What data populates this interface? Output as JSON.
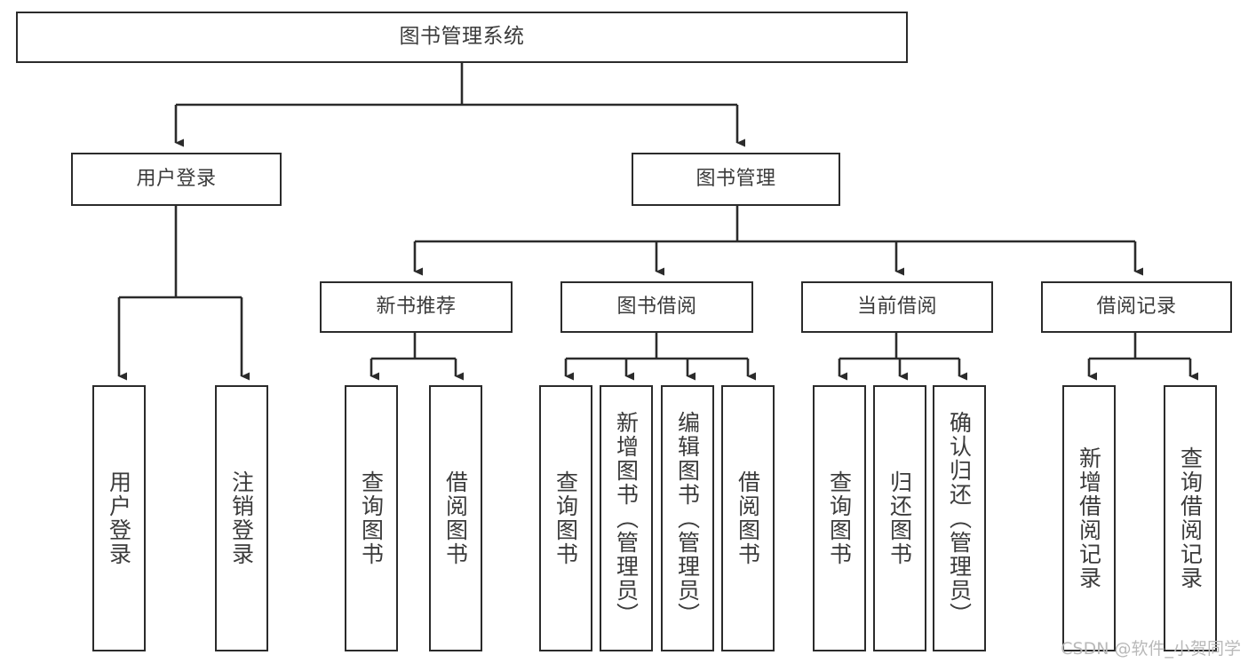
{
  "diagram": {
    "type": "tree-hierarchy-chart",
    "title": "图书管理系统",
    "orientation": "top-down",
    "line_color": "#2b2b2b",
    "box_fill": "#ffffff",
    "text_color": "#3b3b3b",
    "levels": 4,
    "root": {
      "label": "图书管理系统",
      "id": "root"
    },
    "level2": [
      {
        "id": "user-login",
        "label": "用户登录"
      },
      {
        "id": "book-manage",
        "label": "图书管理"
      }
    ],
    "level3": [
      {
        "id": "new-book-recommend",
        "label": "新书推荐",
        "parent": "book-manage"
      },
      {
        "id": "book-borrow",
        "label": "图书借阅",
        "parent": "book-manage"
      },
      {
        "id": "current-borrow",
        "label": "当前借阅",
        "parent": "book-manage"
      },
      {
        "id": "borrow-record",
        "label": "借阅记录",
        "parent": "book-manage"
      }
    ],
    "leaves": {
      "user_login": [
        {
          "id": "leaf-user-login",
          "label": "用户登录"
        },
        {
          "id": "leaf-user-logout",
          "label": "注销登录"
        }
      ],
      "new_book_recommend": [
        {
          "id": "leaf-query-book-1",
          "label": "查询图书"
        },
        {
          "id": "leaf-borrow-book-1",
          "label": "借阅图书"
        }
      ],
      "book_borrow": [
        {
          "id": "leaf-query-book-2",
          "label": "查询图书"
        },
        {
          "id": "leaf-add-book",
          "label": "新增图书（管理员）"
        },
        {
          "id": "leaf-edit-book",
          "label": "编辑图书（管理员）"
        },
        {
          "id": "leaf-borrow-book-2",
          "label": "借阅图书"
        }
      ],
      "current_borrow": [
        {
          "id": "leaf-query-book-3",
          "label": "查询图书"
        },
        {
          "id": "leaf-return-book",
          "label": "归还图书"
        },
        {
          "id": "leaf-confirm-return",
          "label": "确认归还（管理员）"
        }
      ],
      "borrow_record": [
        {
          "id": "leaf-add-record",
          "label": "新增借阅记录"
        },
        {
          "id": "leaf-query-record",
          "label": "查询借阅记录"
        }
      ]
    }
  },
  "watermark": {
    "text": "CSDN @软件_小贺同学"
  }
}
